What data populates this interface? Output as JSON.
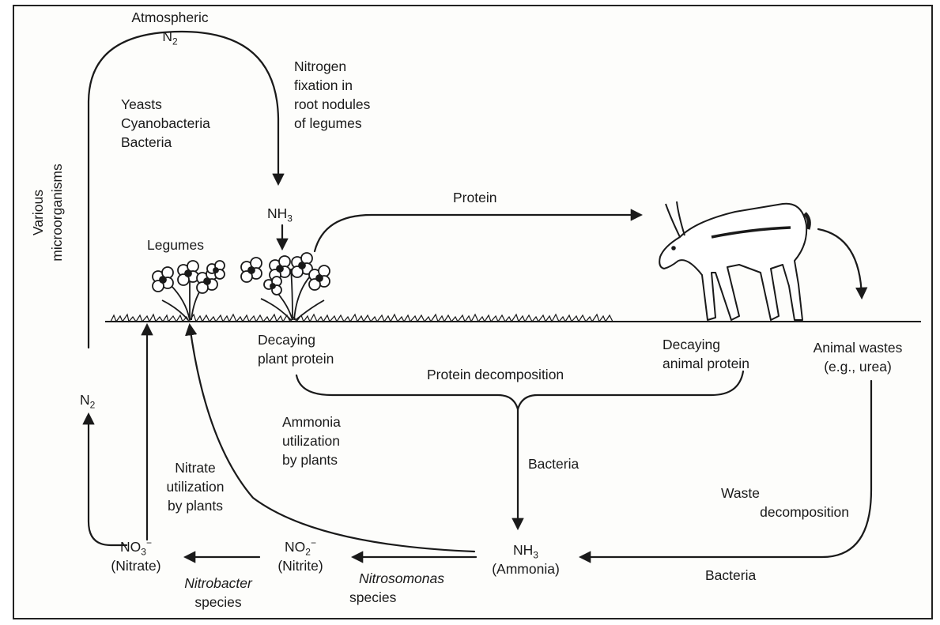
{
  "labels": {
    "atmospheric": "Atmospheric",
    "n2_top_base": "N",
    "n2_top_sub": "2",
    "fixation_1": "Nitrogen",
    "fixation_2": "fixation in",
    "fixation_3": "root nodules",
    "fixation_4": "of legumes",
    "yeasts": "Yeasts",
    "cyanobacteria": "Cyanobacteria",
    "bacteria_fix": "Bacteria",
    "various_1": "Various",
    "various_2": "microorganisms",
    "nh3_top_base": "NH",
    "nh3_top_sub": "3",
    "legumes": "Legumes",
    "protein": "Protein",
    "decaying_plant_1": "Decaying",
    "decaying_plant_2": "plant protein",
    "decaying_animal_1": "Decaying",
    "decaying_animal_2": "animal protein",
    "protein_decomposition": "Protein decomposition",
    "animal_wastes_1": "Animal wastes",
    "animal_wastes_2": "(e.g., urea)",
    "n2_left_base": "N",
    "n2_left_sub": "2",
    "ammonia_util_1": "Ammonia",
    "ammonia_util_2": "utilization",
    "ammonia_util_3": "by plants",
    "nitrate_util_1": "Nitrate",
    "nitrate_util_2": "utilization",
    "nitrate_util_3": "by plants",
    "bacteria_mid": "Bacteria",
    "waste_decomp_1": "Waste",
    "waste_decomp_2": "decomposition",
    "no3_base": "NO",
    "no3_sub": "3",
    "no3_sup": "−",
    "nitrate": "(Nitrate)",
    "no2_base": "NO",
    "no2_sub": "2",
    "no2_sup": "−",
    "nitrite": "(Nitrite)",
    "nitrobacter": "Nitrobacter",
    "species_1": "species",
    "nitrosomonas": "Nitrosomonas",
    "species_2": "species",
    "nh3_bottom_base": "NH",
    "nh3_bottom_sub": "3",
    "ammonia": "(Ammonia)",
    "bacteria_bottom": "Bacteria"
  }
}
